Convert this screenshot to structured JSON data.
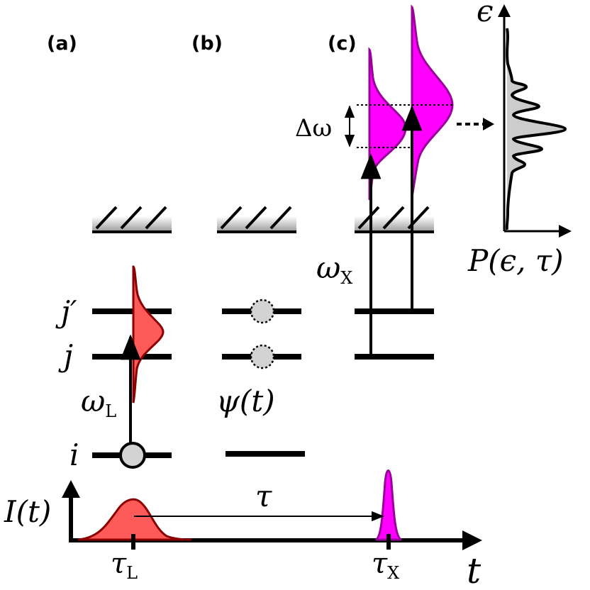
{
  "panels": {
    "a": "(a)",
    "b": "(b)",
    "c": "(c)"
  },
  "levels": {
    "j_prime": "j′",
    "j": "j",
    "i": "i"
  },
  "symbols": {
    "omega_L": "ω",
    "omega_L_sub": "L",
    "psi": "ψ(t)",
    "omega_X": "ω",
    "omega_X_sub": "X",
    "delta_omega": "Δω",
    "epsilon": "ϵ",
    "P": "P(ϵ, τ)"
  },
  "timeline": {
    "I_label": "I(t)",
    "tau": "τ",
    "tau_L": "τ",
    "tau_L_sub": "L",
    "tau_X": "τ",
    "tau_X_sub": "X",
    "t_label": "t"
  },
  "colors": {
    "laser_fill": "#ff5a5a",
    "laser_stroke": "#8b0000",
    "xray_fill": "#ff00ff",
    "xray_stroke": "#9a009a",
    "population_fill": "#d3d3d3",
    "spectrum_fill": "#cccccc"
  }
}
